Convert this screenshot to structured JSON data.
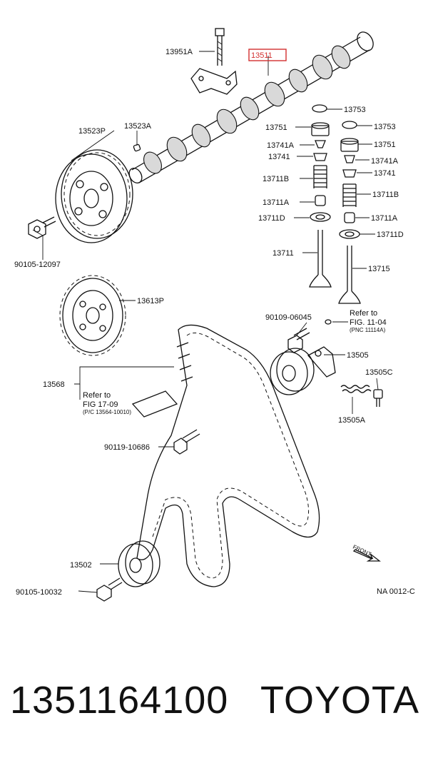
{
  "diagram": {
    "labels": {
      "l13951A": "13951A",
      "l13511": "13511",
      "l13753a": "13753",
      "l13751a": "13751",
      "l13753b": "13753",
      "l13741Aa": "13741A",
      "l13751b": "13751",
      "l13741a": "13741",
      "l13741Ab": "13741A",
      "l13711Ba": "13711B",
      "l13741b": "13741",
      "l13711Aa": "13711A",
      "l13711Bb": "13711B",
      "l13711Da": "13711D",
      "l13711Ab": "13711A",
      "l13711Db": "13711D",
      "l13711": "13711",
      "l13715": "13715",
      "l13523P": "13523P",
      "l13523A": "13523A",
      "l90105_12097": "90105-12097",
      "l13613P": "13613P",
      "l90109_06045": "90109-06045",
      "l13505": "13505",
      "l13505C": "13505C",
      "l13505A": "13505A",
      "l13568": "13568",
      "l90119_10686": "90119-10686",
      "l13502": "13502",
      "l90105_10032": "90105-10032",
      "code": "NA 0012-C"
    },
    "ref1": {
      "line1": "Refer to",
      "line2": "FIG. 11-04",
      "line3": "(PNC 11114A)"
    },
    "ref2": {
      "line1": "Refer to",
      "line2": "FIG 17-09",
      "line3": "(P/C 13564-10010)"
    },
    "front": "FRONT",
    "highlight_color": "#d32f2f"
  },
  "footer": {
    "part_number": "1351164100",
    "brand": "TOYOTA"
  }
}
